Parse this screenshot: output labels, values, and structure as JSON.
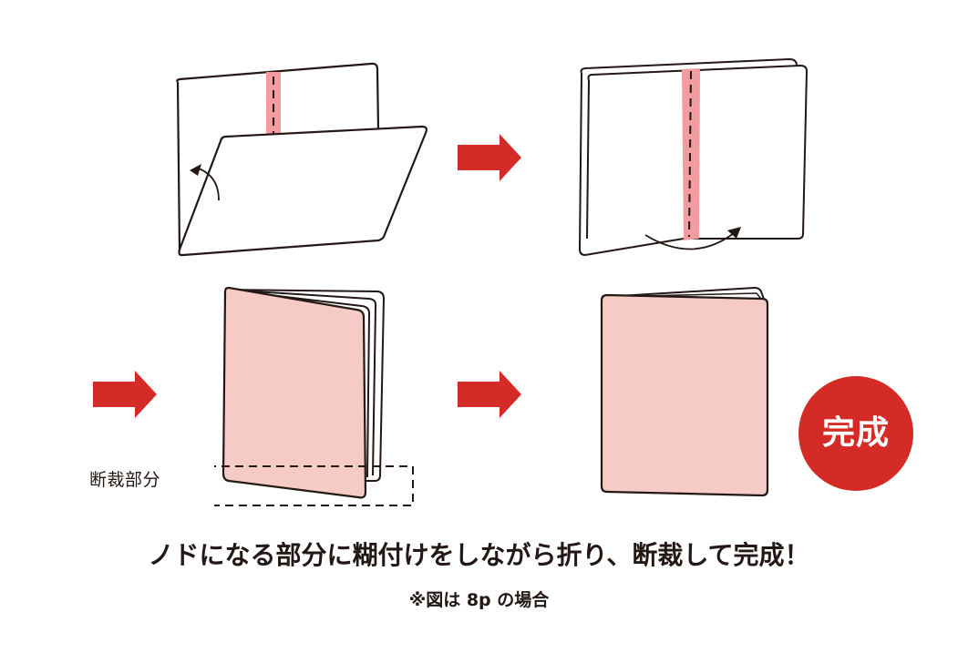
{
  "diagram": {
    "title": "ノドになる部分に糊付けをしながら折り、断裁して完成！",
    "note": "※図は 8p の場合",
    "colors": {
      "arrow": "#d52b26",
      "badge": "#d52b26",
      "glue_strip": "#f29ca0",
      "cover": "#f6cbc6",
      "outline": "#231815",
      "background": "#ffffff"
    },
    "steps": [
      {
        "id": 1,
        "description": "Folding the sheet with glue strip on the spine (flap lifting up)",
        "icon": "fold-up-arrow-icon"
      },
      {
        "id": 2,
        "description": "Sheet folded open, glue strip along spine, fold-over arrow",
        "icon": "fold-over-arrow-icon"
      },
      {
        "id": 3,
        "description": "Folded booklet with cut area marked",
        "icon": "dashed-cut-area"
      },
      {
        "id": 4,
        "description": "Trimmed finished booklet",
        "icon": "book-icon"
      }
    ],
    "cut_area_label": "断裁部分",
    "done_badge": "完成",
    "arrows": [
      {
        "from": 1,
        "to": 2,
        "icon": "right-arrow-icon"
      },
      {
        "from": 2,
        "to": 3,
        "icon": "right-arrow-icon"
      },
      {
        "from": 3,
        "to": 4,
        "icon": "right-arrow-icon"
      }
    ]
  }
}
